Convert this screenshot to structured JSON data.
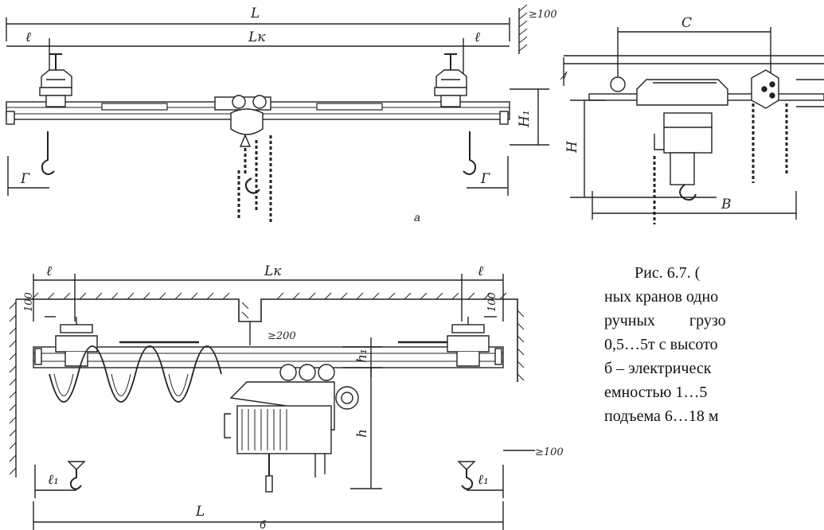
{
  "figure_a": {
    "label": "а",
    "dims": {
      "span_total": "L",
      "span_rail": "Lк",
      "end_left": "ℓ",
      "end_right": "ℓ",
      "hook_left": "Г",
      "hook_right": "Г",
      "h1": "H₁",
      "clearance": "≥100"
    }
  },
  "figure_side": {
    "dims": {
      "c": "C",
      "h": "H",
      "b": "B"
    }
  },
  "figure_b": {
    "label": "б",
    "dims": {
      "span_rail": "Lк",
      "span_total": "L",
      "end_left": "ℓ",
      "end_right": "ℓ",
      "top_left": "100",
      "top_right": "100",
      "gap": "≥200",
      "side": "≥100",
      "h1": "h₁",
      "h": "h",
      "l1_left": "ℓ₁",
      "l1_right": "ℓ₁"
    }
  },
  "caption": {
    "line1": "Рис. 6.7. (",
    "line2": "ных кранов одно",
    "line3": "ручных грузо",
    "line4": "0,5…5т с высото",
    "line5": "б – электрическ",
    "line6": "емностью 1…5",
    "line7": "подъема 6…18 м"
  }
}
